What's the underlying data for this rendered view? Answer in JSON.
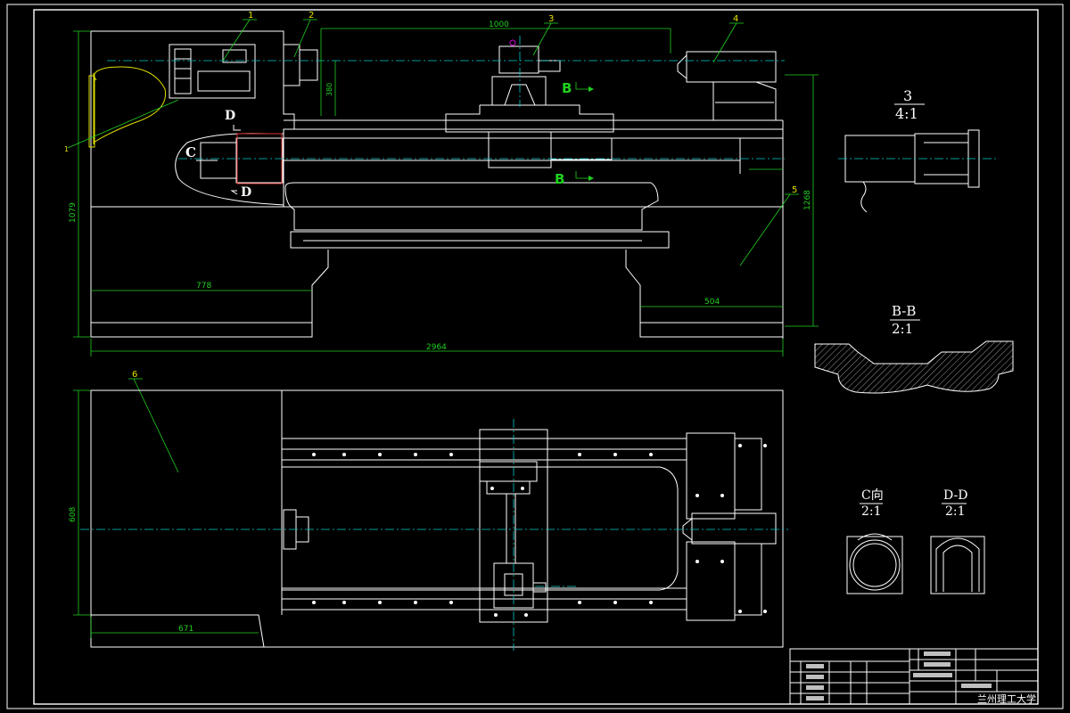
{
  "colors": {
    "background": "#000000",
    "outline": "#ffffff",
    "dimension": "#20d020",
    "leader": "#20d020",
    "center": "#00cccc",
    "highlight": "#e0e000"
  },
  "balloons": [
    "1",
    "2",
    "3",
    "4",
    "5",
    "6",
    "1"
  ],
  "dimensions": {
    "d1000": "1000",
    "d380": "380",
    "d1079": "1079",
    "d1268": "1268",
    "d778": "778",
    "d504": "504",
    "d2964": "2964",
    "d608": "608",
    "d671": "671"
  },
  "section_labels": {
    "b_top": "B",
    "b_bottom": "B",
    "c_arrow": "C",
    "d_top": "D",
    "d_bottom": "D"
  },
  "details": {
    "detail3_num": "3",
    "detail3_scale": "4:1",
    "bb_title": "B-B",
    "bb_scale": "2:1",
    "c_title": "C向",
    "c_scale": "2:1",
    "dd_title": "D-D",
    "dd_scale": "2:1"
  },
  "title_block": {
    "school": "兰州理工大学"
  }
}
